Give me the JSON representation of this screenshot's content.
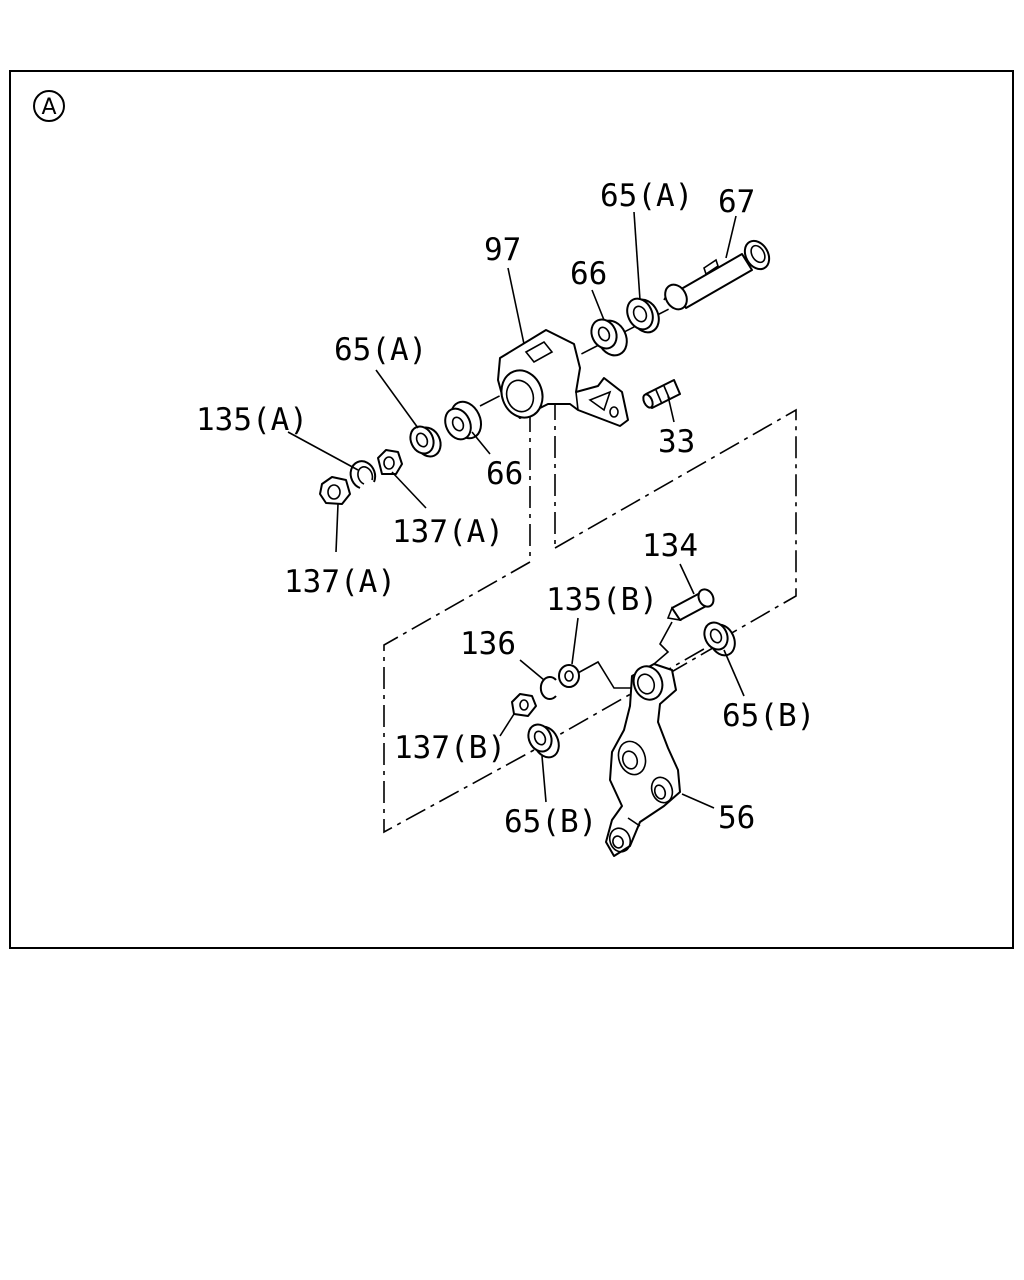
{
  "view_marker": "A",
  "labels": {
    "l65a_top": "65(A)",
    "l67": "67",
    "l97": "97",
    "l66_top": "66",
    "l65a_left": "65(A)",
    "l135a": "135(A)",
    "l33": "33",
    "l66_mid": "66",
    "l137a_mid": "137(A)",
    "l137a_low": "137(A)",
    "l134": "134",
    "l135b": "135(B)",
    "l136": "136",
    "l65b_right": "65(B)",
    "l137b": "137(B)",
    "l56": "56",
    "l65b_bottom": "65(B)"
  }
}
